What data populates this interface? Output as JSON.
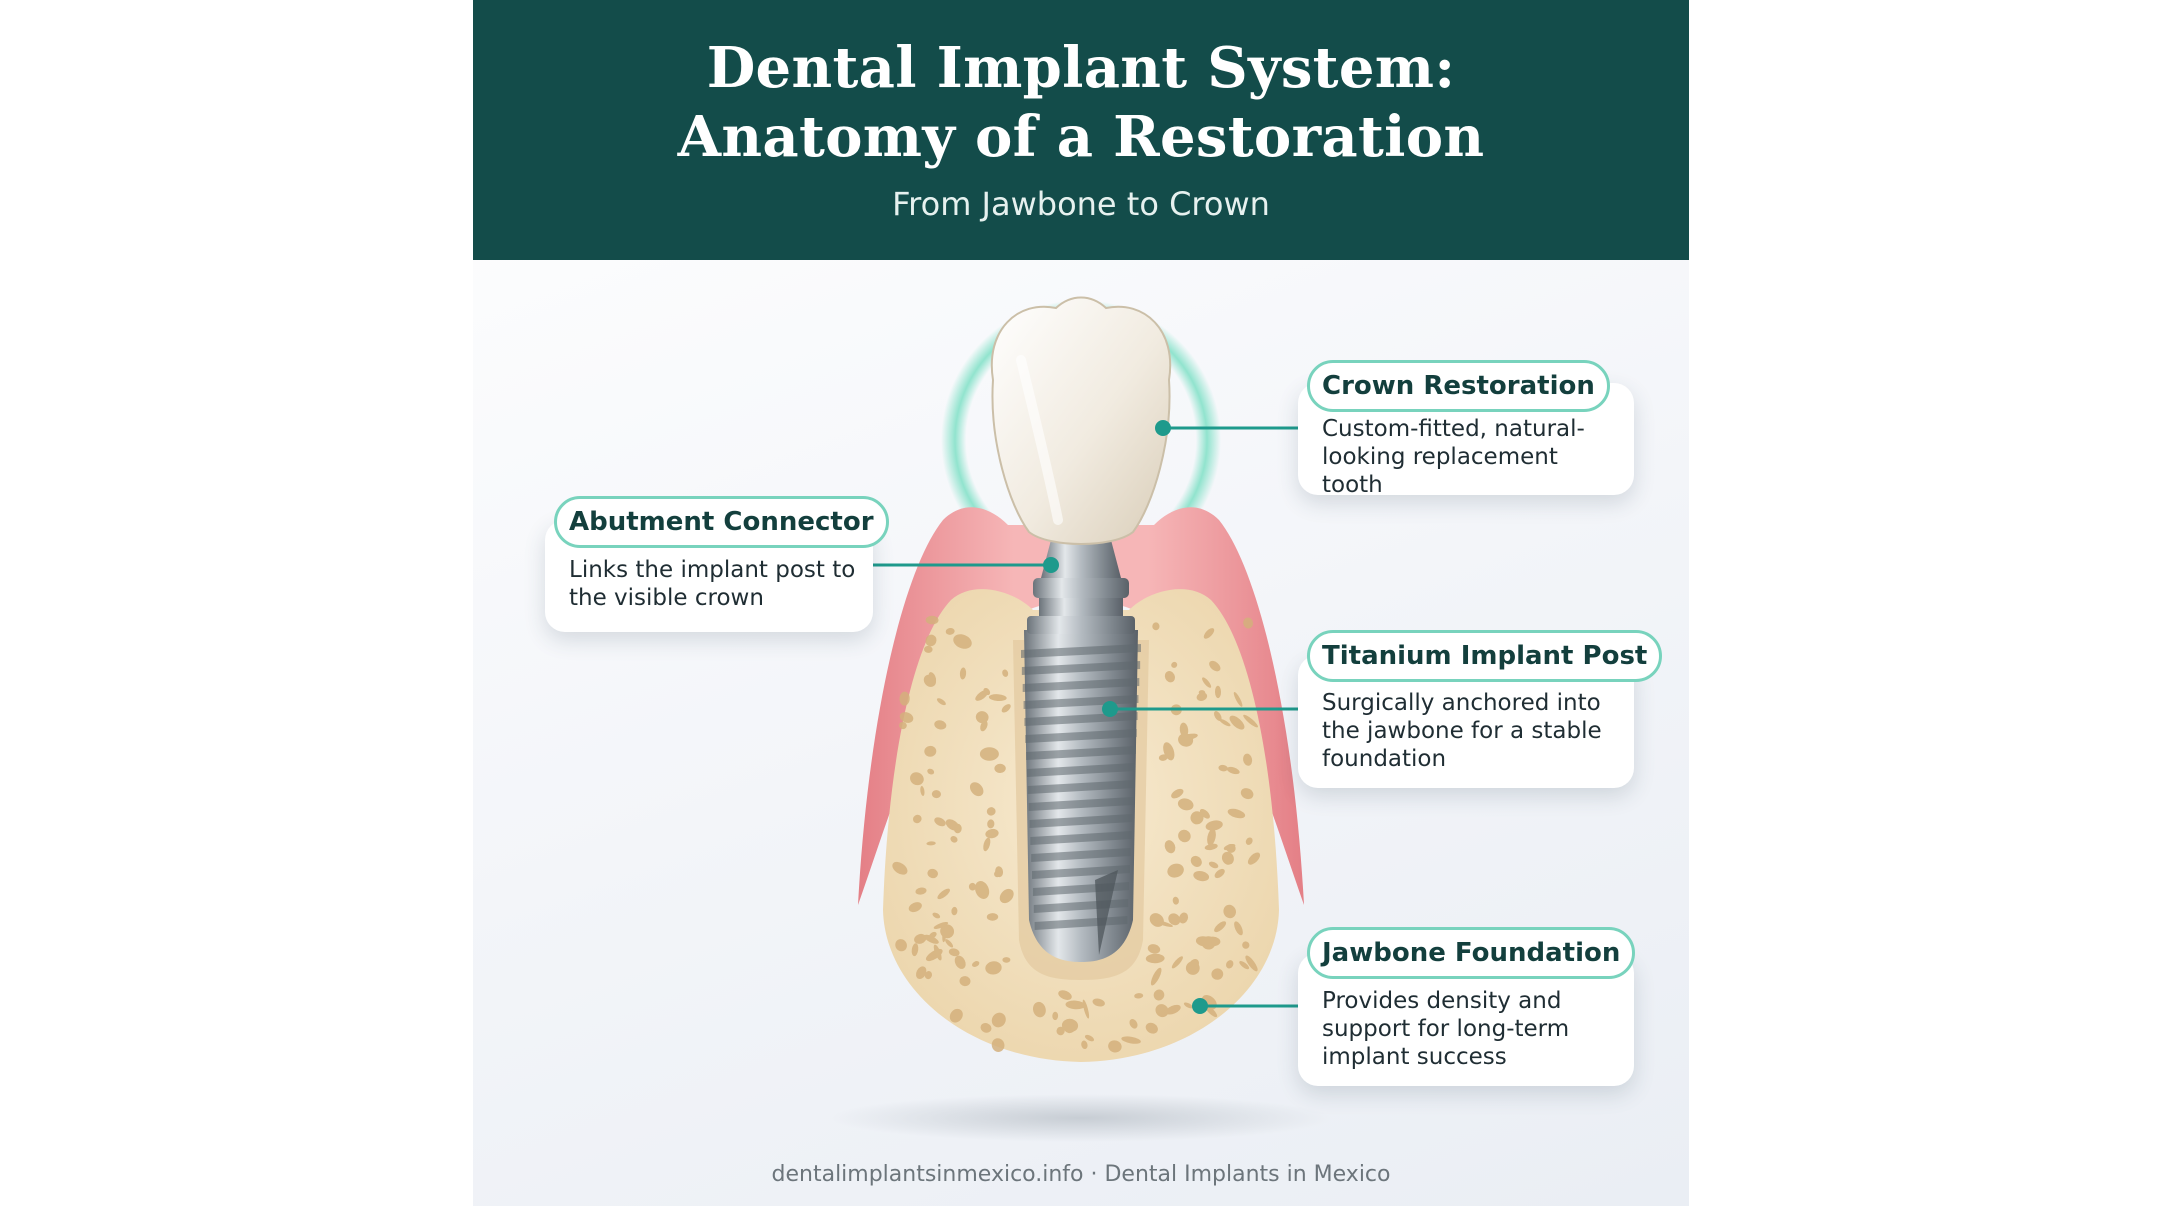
{
  "header": {
    "title_line1": "Dental Implant System:",
    "title_line2": "Anatomy of a Restoration",
    "subtitle": "From Jawbone to Crown"
  },
  "callouts": [
    {
      "id": "crown",
      "label": "Crown Restoration",
      "desc_lines": [
        "Custom-fitted, natural-",
        "looking replacement tooth"
      ]
    },
    {
      "id": "abutment",
      "label": "Abutment Connector",
      "desc_lines": [
        "Links the implant post to",
        "the visible crown"
      ]
    },
    {
      "id": "post",
      "label": "Titanium Implant Post",
      "desc_lines": [
        "Surgically anchored into",
        "the jawbone for a stable",
        "foundation"
      ]
    },
    {
      "id": "jawbone",
      "label": "Jawbone Foundation",
      "desc_lines": [
        "Provides density and",
        "support for long-term",
        "implant success"
      ]
    }
  ],
  "footer": {
    "credit": "dentalimplantsinmexico.info · Dental Implants in Mexico"
  },
  "colors": {
    "header_bg": "#134c4a",
    "accent_teal": "#1e9a8c",
    "pill_border": "#78d3bd",
    "gum": "#f2a3a6",
    "bone": "#f3e4c4",
    "titanium": "#a9b0b6"
  }
}
